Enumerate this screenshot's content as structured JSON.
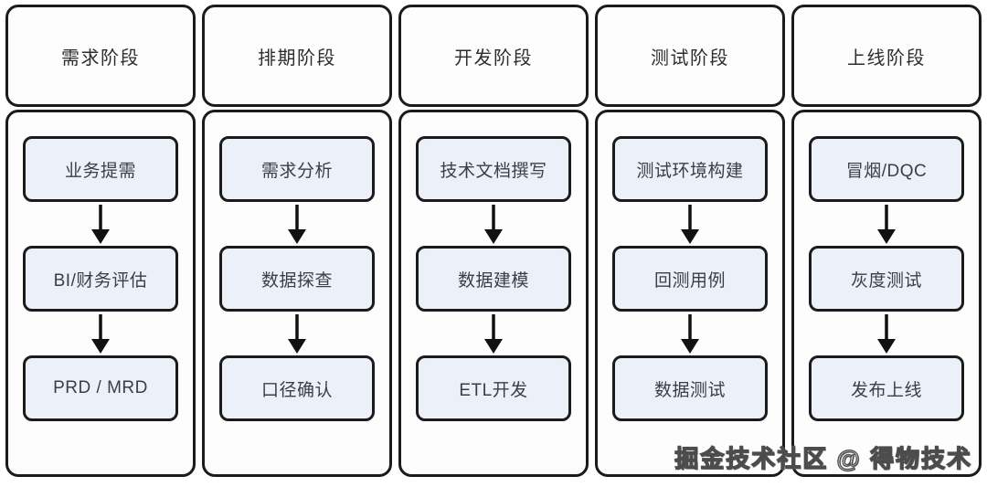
{
  "diagram": {
    "title_semantic": "data-development-workflow-phases",
    "columns": [
      {
        "header": "需求阶段",
        "steps": [
          "业务提需",
          "BI/财务评估",
          "PRD / MRD"
        ]
      },
      {
        "header": "排期阶段",
        "steps": [
          "需求分析",
          "数据探查",
          "口径确认"
        ]
      },
      {
        "header": "开发阶段",
        "steps": [
          "技术文档撰写",
          "数据建模",
          "ETL开发"
        ]
      },
      {
        "header": "测试阶段",
        "steps": [
          "测试环境构建",
          "回测用例",
          "数据测试"
        ]
      },
      {
        "header": "上线阶段",
        "steps": [
          "冒烟/DQC",
          "灰度测试",
          "发布上线"
        ]
      }
    ]
  },
  "watermark": {
    "text": "掘金技术社区 @ 得物技术"
  },
  "colors": {
    "background": "#ffffff",
    "panel_fill": "#fdfdfe",
    "panel_border": "#1b1b1b",
    "step_fill": "#ecf0f8",
    "step_border": "#1b1b1b",
    "step_text": "#3a3f47",
    "header_text": "#2d2d2d",
    "arrow": "#111111",
    "watermark_fill": "#ececec",
    "watermark_outline": "#4c4c4c"
  }
}
